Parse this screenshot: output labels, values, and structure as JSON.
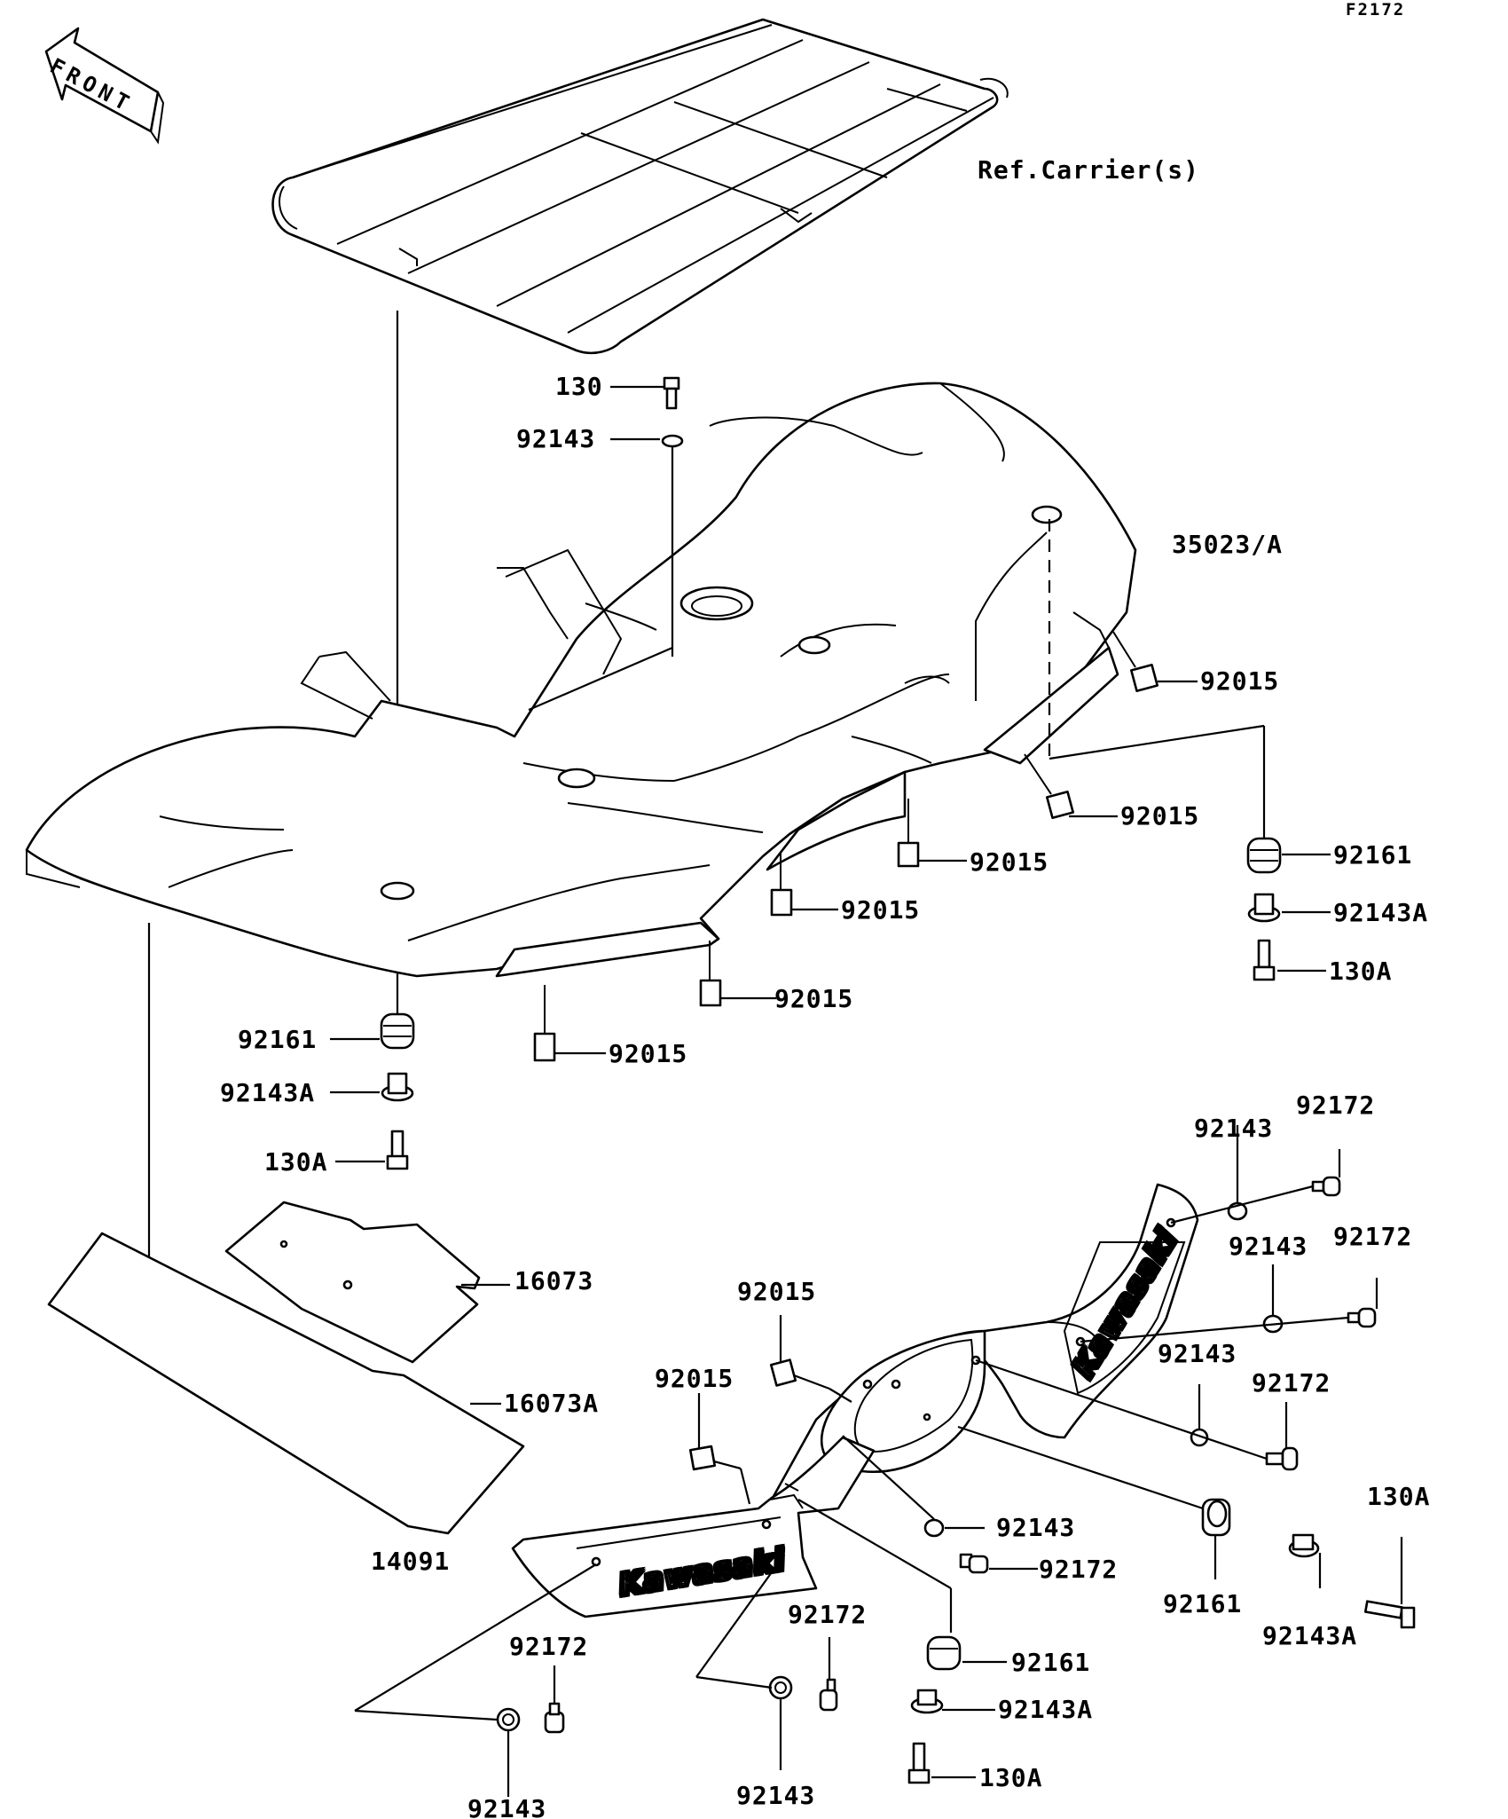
{
  "figure_id": "F2172",
  "front_arrow": "FRONT",
  "labels": {
    "ref_carrier": "Ref.Carrier(s)",
    "bolt_130": "130",
    "washer_92143_top": "92143",
    "fender_35023A": "35023/A",
    "clip_92015_a": "92015",
    "clip_92015_b": "92015",
    "clip_92015_c": "92015",
    "clip_92015_d": "92015",
    "clip_92015_e": "92015",
    "clip_92015_f": "92015",
    "damper_92161_right": "92161",
    "collar_92143A_right": "92143A",
    "bolt_130A_right": "130A",
    "damper_92161_left": "92161",
    "collar_92143A_left": "92143A",
    "bolt_130A_left": "130A",
    "pad_16073": "16073",
    "pad_16073A": "16073A",
    "washer_92143_r1": "92143",
    "screw_92172_r1": "92172",
    "washer_92143_r2": "92143",
    "screw_92172_r2": "92172",
    "washer_92143_r3": "92143",
    "screw_92172_r3": "92172",
    "clip_92015_g": "92015",
    "clip_92015_h": "92015",
    "cover_14091": "14091",
    "washer_92143_mid": "92143",
    "screw_92172_mid": "92172",
    "damper_92161_mid": "92161",
    "bolt_130A_far": "130A",
    "collar_92143A_far": "92143A",
    "damper_92161_low": "92161",
    "collar_92143A_low": "92143A",
    "bolt_130A_low": "130A",
    "screw_92172_low": "92172",
    "washer_92143_low": "92143",
    "screw_92172_bl": "92172",
    "washer_92143_bl": "92143"
  },
  "logos": {
    "side_cover_upper": "Kawasaki",
    "side_cover_lower": "Kawasaki"
  }
}
